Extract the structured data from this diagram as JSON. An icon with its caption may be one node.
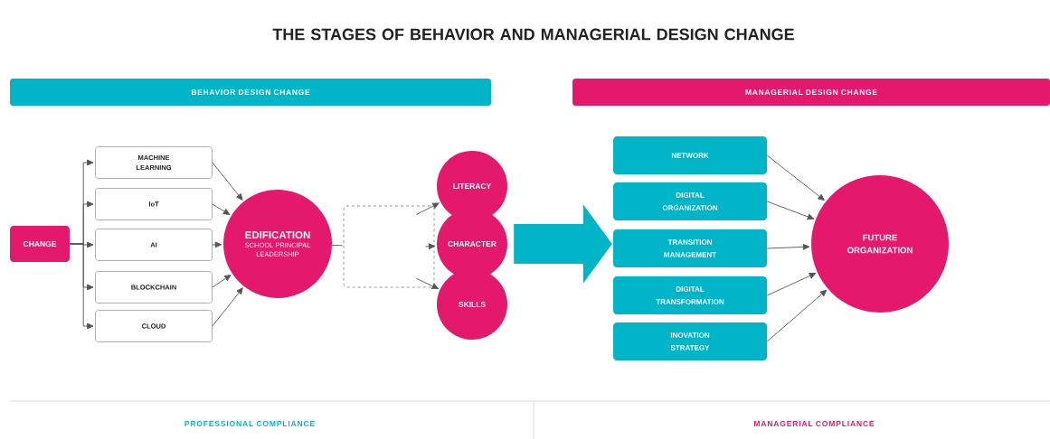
{
  "diagram": {
    "title": "THE STAGES OF BEHAVIOR AND MANAGERIAL DESIGN CHANGE",
    "nodes": [
      {
        "text": [
          "BEHAVIOR DESIGN CHANGE"
        ]
      },
      {
        "text": [
          "MANAGERIAL DESIGN CHANGE"
        ]
      },
      {
        "text": [
          "CHANGE"
        ]
      },
      {
        "text": [
          "MACHINE LEARNING"
        ]
      },
      {
        "text": [
          "IoT"
        ]
      },
      {
        "text": [
          "AI"
        ]
      },
      {
        "text": [
          "BLOCKCHAIN"
        ]
      },
      {
        "text": [
          "CLOUD"
        ]
      },
      {
        "text": [
          "EDIFICATION",
          "SCHOOL PRINCIPAL LEADERSHIP"
        ]
      },
      {
        "text": [],
        "shape": "box"
      },
      {
        "text": [
          "LITERACY"
        ]
      },
      {
        "text": [
          "CHARACTER"
        ]
      },
      {
        "text": [
          "SKILLS"
        ]
      },
      {
        "text": [
          "NETWORK"
        ]
      },
      {
        "text": [
          "DIGITAL ORGANIZATION"
        ]
      },
      {
        "text": [
          "TRANSITION MANAGEMENT"
        ]
      },
      {
        "text": [
          "DIGITAL TRANSFORMATION"
        ]
      },
      {
        "text": [
          "INOVATION STRATEGY"
        ]
      },
      {
        "text": [
          "FUTURE ORGANIZATION"
        ]
      }
    ],
    "edges": [
      {
        "from": 2,
        "to": 3,
        "arrow": "to"
      },
      {
        "from": 2,
        "to": 4,
        "arrow": "to"
      },
      {
        "from": 2,
        "to": 5,
        "arrow": "to"
      },
      {
        "from": 2,
        "to": 6,
        "arrow": "to"
      },
      {
        "from": 2,
        "to": 7,
        "arrow": "to"
      },
      {
        "from": 3,
        "to": 8,
        "arrow": "to"
      },
      {
        "from": 4,
        "to": 8,
        "arrow": "to"
      },
      {
        "from": 5,
        "to": 8,
        "arrow": "to"
      },
      {
        "from": 6,
        "to": 8,
        "arrow": "to"
      },
      {
        "from": 7,
        "to": 8,
        "arrow": "to"
      },
      {
        "from": 8,
        "to": 9,
        "arrow": "none"
      },
      {
        "from": 9,
        "to": 10,
        "arrow": "to"
      },
      {
        "from": 9,
        "to": 11,
        "arrow": "to"
      },
      {
        "from": 9,
        "to": 12,
        "arrow": "to"
      },
      {
        "from": 11,
        "to": 15,
        "arrow": "to",
        "style": "thick",
        "color": "#00b5c8"
      },
      {
        "from": 13,
        "to": 18,
        "arrow": "to"
      },
      {
        "from": 14,
        "to": 18,
        "arrow": "to"
      },
      {
        "from": 15,
        "to": 18,
        "arrow": "to"
      },
      {
        "from": 16,
        "to": 18,
        "arrow": "to"
      },
      {
        "from": 17,
        "to": 18,
        "arrow": "to"
      }
    ],
    "labels": [
      "PROFESSIONAL COMPLIANCE",
      "MANAGERIAL COMPLIANCE"
    ]
  }
}
